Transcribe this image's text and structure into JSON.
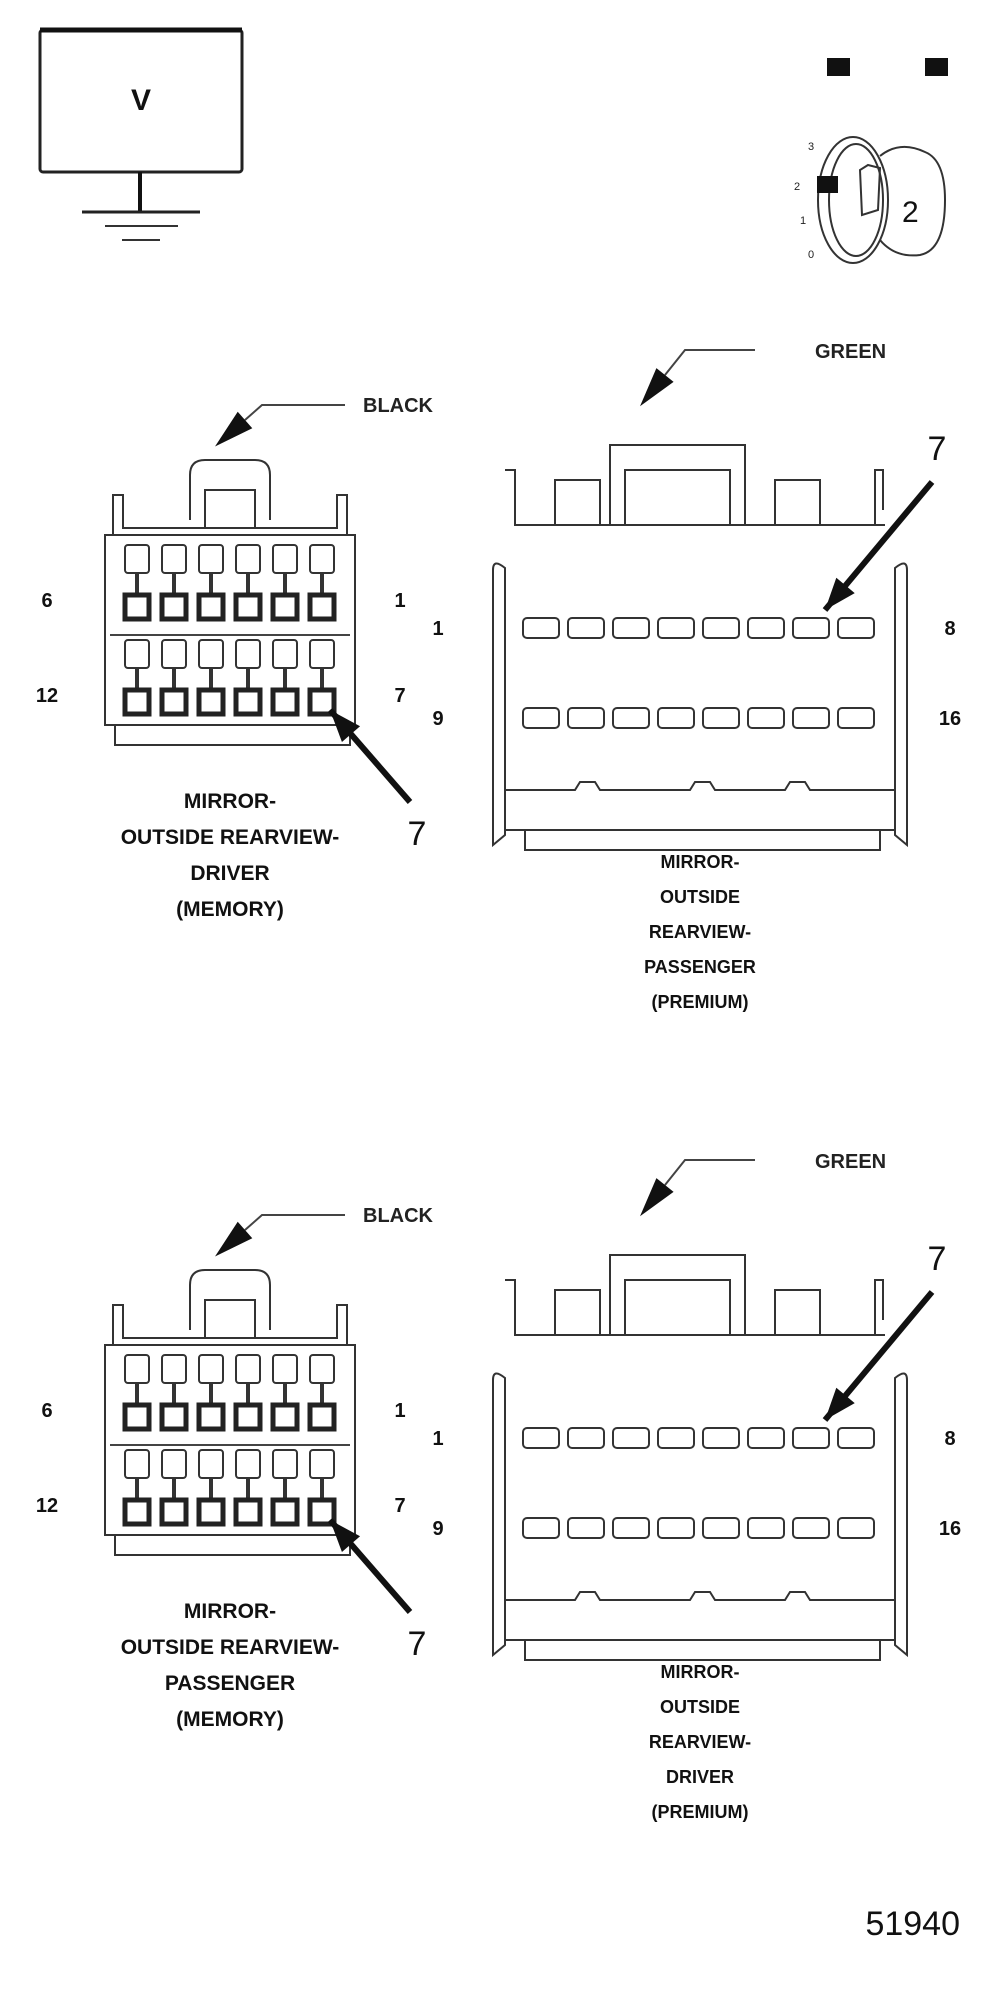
{
  "legend": {
    "voltmeter_symbol": "V",
    "ignition_key_position": "2",
    "ignition_positions": [
      "3",
      "2",
      "1",
      "0"
    ]
  },
  "connectors": [
    {
      "id": "top-left",
      "type": "12-way",
      "color": "BLACK",
      "pin_labels": {
        "top_left": "6",
        "top_right": "1",
        "bottom_left": "12",
        "bottom_right": "7"
      },
      "callout_pin": "7",
      "title_lines": [
        "MIRROR-",
        "OUTSIDE REARVIEW-",
        "DRIVER",
        "(MEMORY)"
      ]
    },
    {
      "id": "top-right",
      "type": "16-way",
      "color": "GREEN",
      "pin_labels": {
        "top_left": "1",
        "top_right": "8",
        "bottom_left": "9",
        "bottom_right": "16"
      },
      "callout_pin": "7",
      "title_lines": [
        "MIRROR-",
        "OUTSIDE",
        "REARVIEW-",
        "PASSENGER",
        "(PREMIUM)"
      ]
    },
    {
      "id": "bottom-left",
      "type": "12-way",
      "color": "BLACK",
      "pin_labels": {
        "top_left": "6",
        "top_right": "1",
        "bottom_left": "12",
        "bottom_right": "7"
      },
      "callout_pin": "7",
      "title_lines": [
        "MIRROR-",
        "OUTSIDE REARVIEW-",
        "PASSENGER",
        "(MEMORY)"
      ]
    },
    {
      "id": "bottom-right",
      "type": "16-way",
      "color": "GREEN",
      "pin_labels": {
        "top_left": "1",
        "top_right": "8",
        "bottom_left": "9",
        "bottom_right": "16"
      },
      "callout_pin": "7",
      "title_lines": [
        "MIRROR-",
        "OUTSIDE",
        "REARVIEW-",
        "DRIVER",
        "(PREMIUM)"
      ]
    }
  ],
  "figure_number": "51940"
}
